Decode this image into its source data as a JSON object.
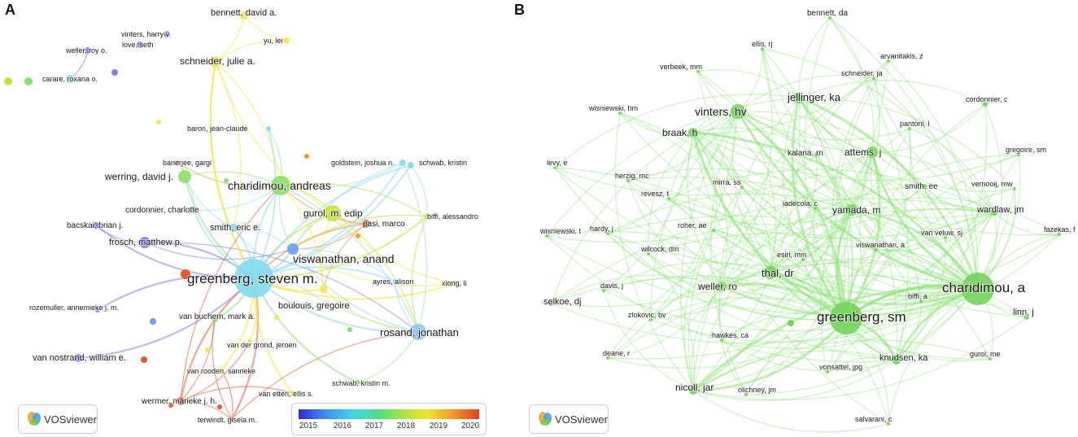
{
  "panel_a": {
    "letter": "A",
    "badge": "VOSviewer",
    "legend_ticks": [
      "2015",
      "2016",
      "2017",
      "2018",
      "2019",
      "2020"
    ],
    "labels": {
      "greenberg": "greenberg, steven m.",
      "charidimou": "charidimou, andreas",
      "viswanathan": "viswanathan, anand",
      "gurol": "gurol, m. edip",
      "rosand": "rosand, jonathan",
      "werring": "werring, david j.",
      "schneider": "schneider, julie a.",
      "bennett": "bennett, david a.",
      "yu": "yu, lei",
      "vinters": "vinters, harry v.",
      "love": "love, seth",
      "weller": "weller, roy o.",
      "carare": "carare, roxana o.",
      "baron": "baron, jean-claude",
      "banerjee": "banerjee, gargi",
      "goldstein": "goldstein, joshua n.",
      "schwab_k": "schwab, kristin",
      "cordonnier": "cordonnier, charlotte",
      "biffi": "biffi, alessandro",
      "pasi": "pasi, marco",
      "smith": "smith, eric e.",
      "bacskai": "bacskai, brian j.",
      "frosch": "frosch, matthew p.",
      "ayres": "ayres, alison",
      "xiong": "xiong, li",
      "boulouis": "boulouis, gregoire",
      "rozemuller": "rozemuller, annemieke j. m.",
      "van_buchem": "van buchem, mark a.",
      "van_der_grond": "van der grond, jeroen",
      "van_nostrand": "van nostrand, william e.",
      "van_rooden": "van rooden, sanneke",
      "van_etten": "van etten, ellis s.",
      "schwab_km": "schwab, kristin m.",
      "wermer": "wermer, marieke j. h.",
      "terwindt": "terwindt, gisela m."
    }
  },
  "panel_b": {
    "letter": "B",
    "badge": "VOSviewer",
    "labels": {
      "greenberg": "greenberg, sm",
      "charidimou": "charidimou, a",
      "vinters": "vinters, hv",
      "jellinger": "jellinger, ka",
      "thal": "thal, dr",
      "yamada": "yamada, m",
      "attems": "attems, j",
      "braak": "braak, h",
      "weller": "weller, ro",
      "nicoll": "nicoll, jar",
      "selkoe": "selkoe, dj",
      "knudsen": "knudsen, ka",
      "wardlaw": "wardlaw, jm",
      "smith": "smith, ee",
      "kalaria": "kalaria, rn",
      "bennett": "bennett, da",
      "ellis": "ellis, rj",
      "arvanitakis": "arvanitakis, z",
      "verbeek": "verbeek, mm",
      "schneider": "schneider, ja",
      "wisniewski_hm": "wisniewski, hm",
      "cordonnier": "cordonnier, c",
      "pantoni": "pantoni, l",
      "gregoire": "gregoire, sm",
      "levy": "levy, e",
      "herzig": "herzig, mc",
      "mirra": "mirra, ss",
      "vernooij": "vernooij, mw",
      "revesz": "revesz, t",
      "iadecola": "iadecola, c",
      "wisniewski_t": "wisniewski, t",
      "hardy": "hardy, j",
      "roher": "roher, ae",
      "van_veluw": "van veluw, sj",
      "fazekas": "fazekas, f",
      "wilcock": "wilcock, dm",
      "esiri": "esiri, mm",
      "viswanathan": "viswanathan, a",
      "davis": "davis, j",
      "biffi": "biffi, a",
      "zlokovic": "zlokovic, bv",
      "linn": "linn, j",
      "hawkes": "hawkes, ca",
      "deane": "deane, r",
      "gurol": "gurol, me",
      "vonsattel": "vonsattel, jpg",
      "olichney": "olichney, jm",
      "salvarani": "salvarani, c"
    }
  }
}
